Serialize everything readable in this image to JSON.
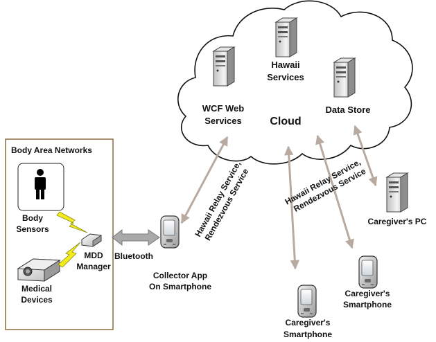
{
  "cloud": {
    "label": "Cloud",
    "servers": {
      "wcf": {
        "line1": "WCF Web",
        "line2": "Services"
      },
      "hawaii": {
        "line1": "Hawaii",
        "line2": "Services"
      },
      "datastore": {
        "line1": "Data Store"
      }
    }
  },
  "ban": {
    "title": "Body Area Networks",
    "body_sensors": {
      "line1": "Body",
      "line2": "Sensors"
    },
    "medical_devices": {
      "line1": "Medical",
      "line2": "Devices"
    },
    "mdd_manager": {
      "line1": "MDD",
      "line2": "Manager"
    }
  },
  "bluetooth": "Bluetooth",
  "collector": {
    "line1": "Collector App",
    "line2": "On Smartphone"
  },
  "relay_left": {
    "line1": "Hawaii Relay Service,",
    "line2": "Rendezvous Service"
  },
  "relay_right": {
    "line1": "Hawaii Relay Service,",
    "line2": "Rendezvous Service"
  },
  "caregiver_pc": "Caregiver's PC",
  "caregiver_phone_1": {
    "line1": "Caregiver's",
    "line2": "Smartphone"
  },
  "caregiver_phone_2": {
    "line1": "Caregiver's",
    "line2": "Smartphone"
  },
  "colors": {
    "ban_border": "#8B6A3E",
    "arrow": "#B8AAA0",
    "lightning": "#F2EC1C",
    "cloud_stroke": "#111111"
  }
}
